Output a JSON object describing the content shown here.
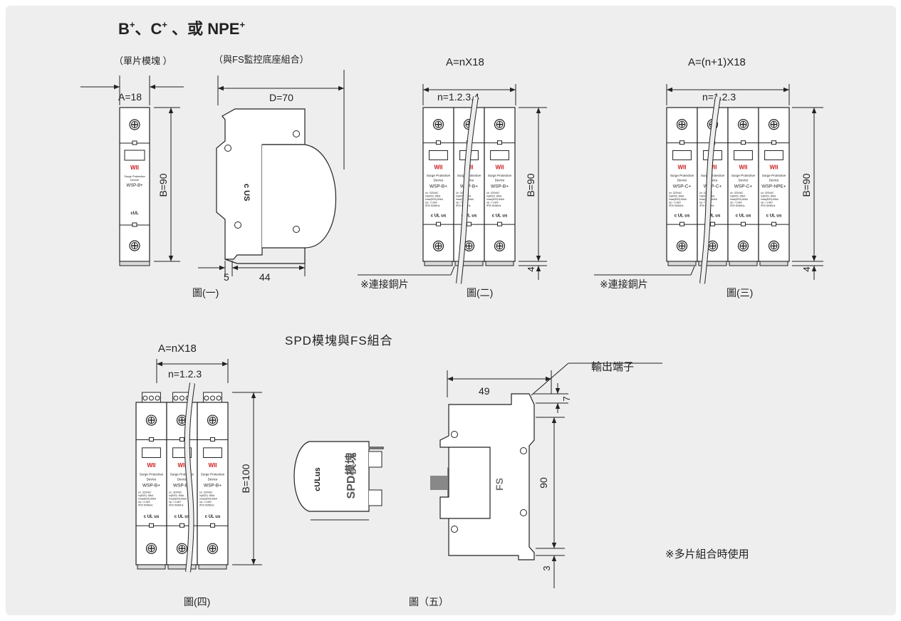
{
  "title": {
    "main": "B",
    "sup1": "+",
    "sep1": "、C",
    "sup2": "+",
    "sep2": " 、或 NPE",
    "sup3": "+"
  },
  "fig1": {
    "label_single": "（單片模塊 ）",
    "label_combo": "（與FS監控底座組合）",
    "dim_A": "A=18",
    "dim_B": "B=90",
    "dim_D": "D=70",
    "dim_5": "5",
    "dim_44": "44",
    "caption": "圖(一)",
    "side_text": "c US"
  },
  "fig2": {
    "dim_A": "A=nX18",
    "dim_n": "n=1.2.3.4",
    "dim_B": "B=90",
    "dim_4": "4",
    "note": "※連接銅片",
    "caption": "圖(二)"
  },
  "fig3": {
    "dim_A": "A=(n+1)X18",
    "dim_n": "n=1.2.3",
    "dim_B": "B=90",
    "dim_4": "4",
    "note": "※連接銅片",
    "caption": "圖(三)"
  },
  "section2_title": "SPD模塊與FS組合",
  "fig4": {
    "dim_A": "A=nX18",
    "dim_n": "n=1.2.3",
    "dim_B": "B=100",
    "caption": "圖(四)"
  },
  "fig5": {
    "spd_label": "SPD模塊",
    "fs_label": "FS",
    "dim_49": "49",
    "dim_7": "7",
    "dim_90": "90",
    "dim_3": "3",
    "output": "輸出端子",
    "caption": "圖（五）"
  },
  "note_multi": "※多片組合時使用",
  "module": {
    "logo": "WII",
    "line1": "Surge Protective",
    "line2": "Device",
    "models": [
      "WSP-B",
      "WSP-C",
      "WSP-NPE"
    ],
    "sup": "+",
    "spec1": "Uc          :320VAC",
    "spec2": "In(8/20)    :30kA",
    "spec3": "Imax(8/20):60kA",
    "spec4": "Up          :<1.6kV",
    "spec5": "IP20  50/60Hz",
    "cert": "c UL us"
  },
  "colors": {
    "background": "#eeeeee",
    "line": "#222222",
    "logo_red": "#cc1f1f",
    "arrow": "#888888"
  }
}
